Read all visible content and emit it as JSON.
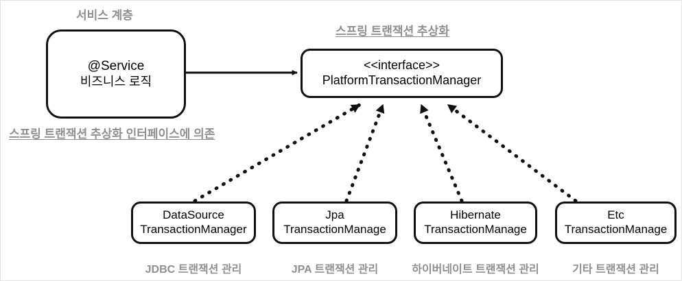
{
  "diagram": {
    "title_captions": {
      "service_layer": "서비스 계층",
      "spring_tx_abstraction": "스프링 트랜잭션 추상화",
      "depends_note": "스프링 트랜잭션 추상화 인터페이스에 의존"
    },
    "service_box": {
      "line1": "@Service",
      "line2": "비즈니스 로직"
    },
    "interface_box": {
      "line1": "<<interface>>",
      "line2": "PlatformTransactionManager"
    },
    "implementations": [
      {
        "line1": "DataSource",
        "line2": "TransactionManager",
        "caption": "JDBC 트랜잭션 관리"
      },
      {
        "line1": "Jpa",
        "line2": "TransactionManage",
        "caption": "JPA 트랜잭션 관리"
      },
      {
        "line1": "Hibernate",
        "line2": "TransactionManage",
        "caption": "하이버네이트 트랜잭션 관리"
      },
      {
        "line1": "Etc",
        "line2": "TransactionManage",
        "caption": "기타 트랜잭션 관리"
      }
    ],
    "colors": {
      "stroke": "#111111",
      "caption": "#8f8f8f",
      "background": "#ffffff",
      "frame": "#e2e2e2"
    }
  }
}
